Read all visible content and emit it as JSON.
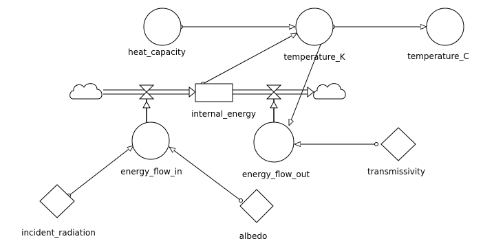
{
  "nodes": {
    "heat_capacity": "heat_capacity",
    "temperature_K": "temperature_K",
    "temperature_C": "temperature_C",
    "internal_energy": "internal_energy",
    "energy_flow_in": "energy_flow_in",
    "energy_flow_out": "energy_flow_out",
    "transmissivity": "transmissivity",
    "incident_radiation": "incident_radiation",
    "albedo": "albedo"
  },
  "colors": {
    "stroke": "#000000",
    "background": "#ffffff"
  }
}
